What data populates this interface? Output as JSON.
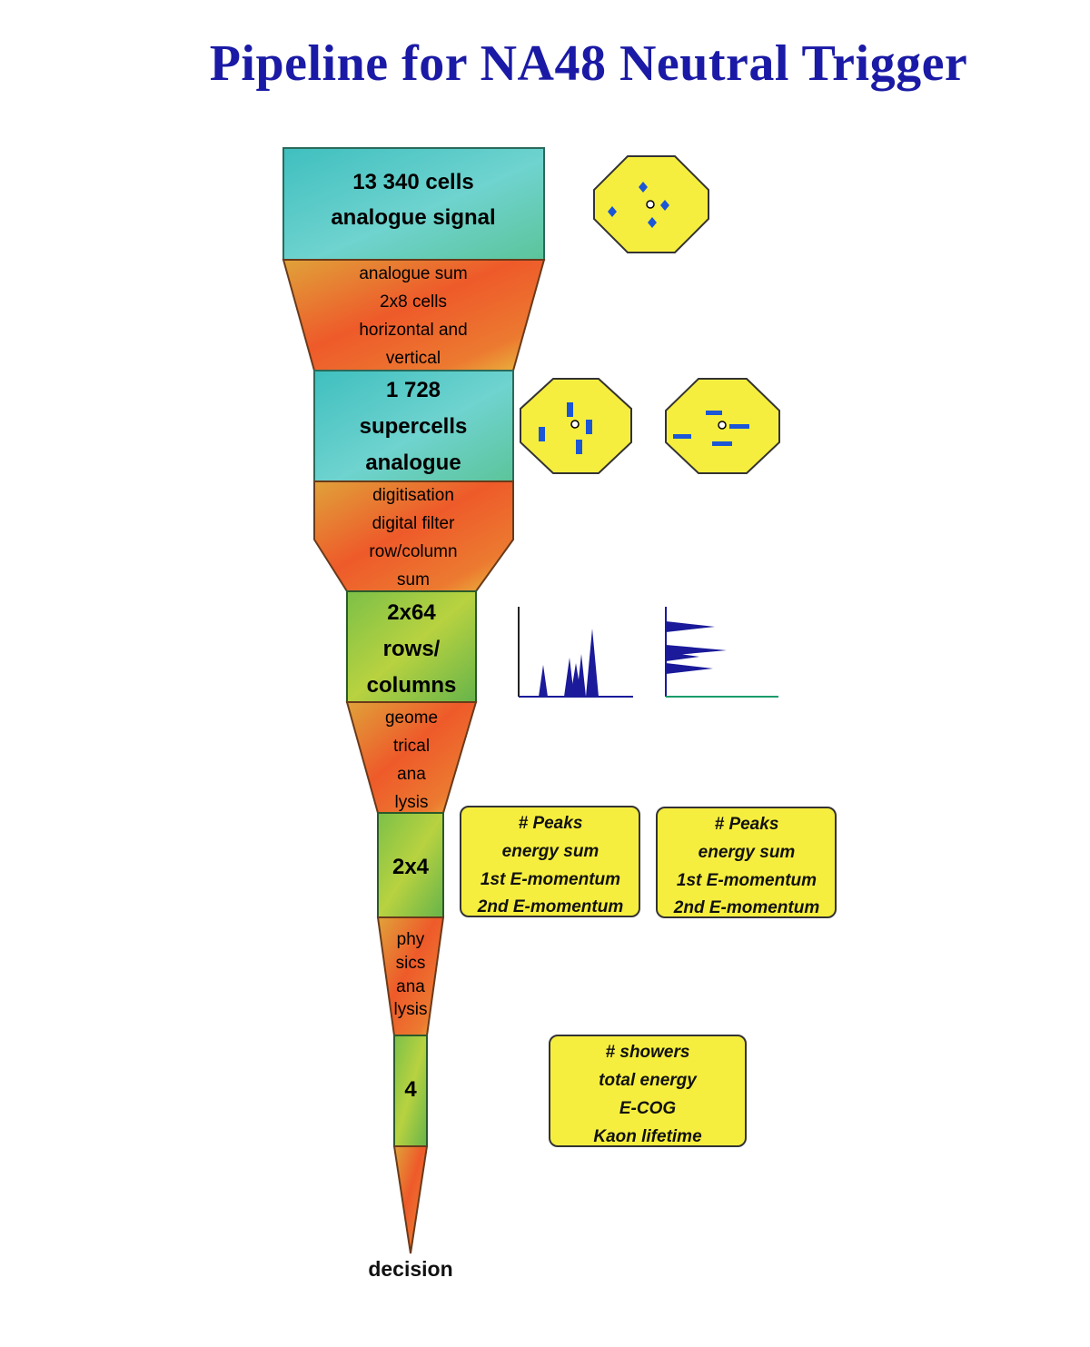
{
  "title": "Pipeline for NA48 Neutral Trigger",
  "colors": {
    "title": "#1a1aa6",
    "cyan_stage": "#52c7c2",
    "orange_stage": "#ec6a2c",
    "yellow_stage": "#e4b03c",
    "green_stage": "#8cc244",
    "detector_fill": "#f6ee3e",
    "box_fill": "#f6ee3e",
    "hit_blue": "#1a56d6",
    "spectrum_blue": "#1a1a9a"
  },
  "pipeline": [
    {
      "kind": "data",
      "color": "cyan",
      "lines": [
        "13 340 cells",
        "analogue signal"
      ]
    },
    {
      "kind": "process",
      "color": "orange",
      "lines": [
        "analogue sum",
        "2x8 cells",
        "horizontal and",
        "vertical"
      ]
    },
    {
      "kind": "data",
      "color": "cyan",
      "lines": [
        "1 728",
        "supercells",
        "analogue"
      ]
    },
    {
      "kind": "process",
      "color": "orange",
      "lines": [
        "digitisation",
        "digital filter",
        "row/column",
        "sum"
      ]
    },
    {
      "kind": "data",
      "color": "green",
      "lines": [
        "2x64",
        "rows/",
        "columns"
      ]
    },
    {
      "kind": "process",
      "color": "orange",
      "lines": [
        "geome",
        "trical",
        "ana",
        "lysis"
      ]
    },
    {
      "kind": "data",
      "color": "green",
      "lines": [
        "2x4"
      ]
    },
    {
      "kind": "process",
      "color": "orange",
      "lines": [
        "phy",
        "sics",
        "ana",
        "lysis"
      ]
    },
    {
      "kind": "data",
      "color": "green",
      "lines": [
        "4"
      ]
    },
    {
      "kind": "process",
      "color": "orange",
      "lines": []
    }
  ],
  "decision_label": "decision",
  "detector_views": {
    "full": {
      "icon": "octagon-detector-icon",
      "hits": "showers"
    },
    "supercells_vertical": {
      "icon": "octagon-detector-icon",
      "hits": "vertical-strips"
    },
    "supercells_horizontal": {
      "icon": "octagon-detector-icon",
      "hits": "horizontal-strips"
    }
  },
  "projections": {
    "row_projection": {
      "icon": "histogram-icon",
      "orientation": "vertical-peaks"
    },
    "column_projection": {
      "icon": "histogram-icon",
      "orientation": "horizontal-peaks"
    }
  },
  "info_boxes": [
    {
      "lines": [
        "# Peaks",
        "energy sum",
        "1st E-momentum",
        "2nd E-momentum"
      ]
    },
    {
      "lines": [
        "# Peaks",
        "energy sum",
        "1st E-momentum",
        "2nd E-momentum"
      ]
    },
    {
      "lines": [
        "# showers",
        "total energy",
        "E-COG",
        "Kaon lifetime"
      ]
    }
  ]
}
